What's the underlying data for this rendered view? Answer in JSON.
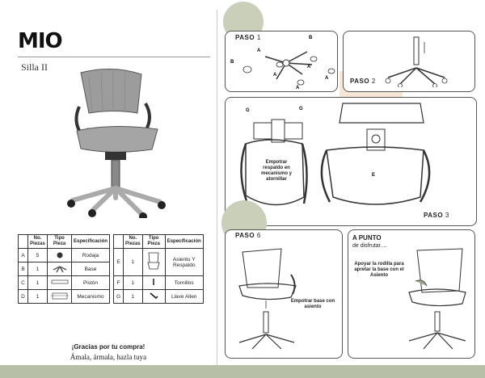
{
  "brand": {
    "logo": "MIO",
    "model": "Silla II"
  },
  "parts_table": {
    "headers": [
      "No. Piezas",
      "Tipo Pieza",
      "Especificación"
    ],
    "left_rows": [
      {
        "letter": "A",
        "qty": "5",
        "spec": "Rodaja"
      },
      {
        "letter": "B",
        "qty": "1",
        "spec": "Base"
      },
      {
        "letter": "C",
        "qty": "1",
        "spec": "Pistón"
      },
      {
        "letter": "D",
        "qty": "1",
        "spec": "Mecanismo"
      }
    ],
    "right_rows": [
      {
        "letter": "E",
        "qty": "1",
        "spec": "Asiento Y Respaldo"
      },
      {
        "letter": "F",
        "qty": "1",
        "spec": "Tornillos"
      },
      {
        "letter": "G",
        "qty": "1",
        "spec": "Llave Allen"
      }
    ]
  },
  "closing": {
    "thanks": "¡Gracias por tu compra!",
    "tagline": "Ámala, ármala, hazla tuya"
  },
  "steps": {
    "paso1": {
      "label": "PASO",
      "number": "1",
      "letters": [
        "B",
        "B",
        "A",
        "A",
        "A",
        "A",
        "A"
      ]
    },
    "paso2": {
      "label": "PASO",
      "number": "2"
    },
    "paso3": {
      "label": "PASO",
      "number": "3",
      "note": "Empotrar respaldo en mecanismo y atornillar",
      "letters": [
        "G",
        "G",
        "E"
      ]
    },
    "paso6": {
      "label": "PASO",
      "number": "6",
      "note": "Empotrar base con asiento"
    },
    "final": {
      "title": "A PUNTO",
      "subtitle": "de disfrutar....",
      "note": "Apoyar la rodilla para apretar la base con el Asiento"
    }
  },
  "colors": {
    "sage": "#c9cfb8",
    "peach": "#f5ddcc",
    "footer": "#b7bfa7"
  }
}
